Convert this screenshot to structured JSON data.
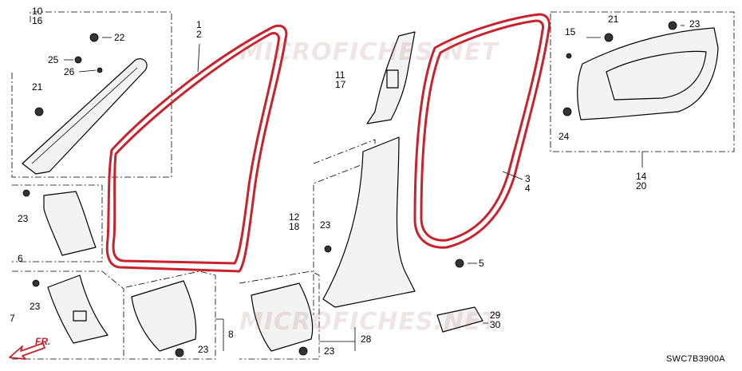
{
  "watermark": "MICROFICHES.NET",
  "diagram_code": "SWC7B3900A",
  "direction_label": "FR.",
  "callouts": [
    {
      "id": "c-10-16",
      "lines": [
        "10",
        "16"
      ]
    },
    {
      "id": "c-1-2",
      "lines": [
        "1",
        "2"
      ]
    },
    {
      "id": "c-22",
      "lines": [
        "22"
      ]
    },
    {
      "id": "c-25",
      "lines": [
        "25"
      ]
    },
    {
      "id": "c-26",
      "lines": [
        "26"
      ]
    },
    {
      "id": "c-21-left",
      "lines": [
        "21"
      ]
    },
    {
      "id": "c-23-left",
      "lines": [
        "23"
      ]
    },
    {
      "id": "c-6",
      "lines": [
        "6"
      ]
    },
    {
      "id": "c-7",
      "lines": [
        "7"
      ]
    },
    {
      "id": "c-23-lower-left",
      "lines": [
        "23"
      ]
    },
    {
      "id": "c-8",
      "lines": [
        "8"
      ]
    },
    {
      "id": "c-23-bottom-8",
      "lines": [
        "23"
      ]
    },
    {
      "id": "c-11-17",
      "lines": [
        "11",
        "17"
      ]
    },
    {
      "id": "c-12-18",
      "lines": [
        "12",
        "18"
      ]
    },
    {
      "id": "c-23-mid",
      "lines": [
        "23"
      ]
    },
    {
      "id": "c-5",
      "lines": [
        "5"
      ]
    },
    {
      "id": "c-28",
      "lines": [
        "28"
      ]
    },
    {
      "id": "c-23-bottom-28",
      "lines": [
        "23"
      ]
    },
    {
      "id": "c-29-30",
      "lines": [
        "29",
        "30"
      ]
    },
    {
      "id": "c-3-4",
      "lines": [
        "3",
        "4"
      ]
    },
    {
      "id": "c-15",
      "lines": [
        "15"
      ]
    },
    {
      "id": "c-21-right",
      "lines": [
        "21"
      ]
    },
    {
      "id": "c-23-right",
      "lines": [
        "23"
      ]
    },
    {
      "id": "c-24",
      "lines": [
        "24"
      ]
    },
    {
      "id": "c-14-20",
      "lines": [
        "14",
        "20"
      ]
    }
  ]
}
